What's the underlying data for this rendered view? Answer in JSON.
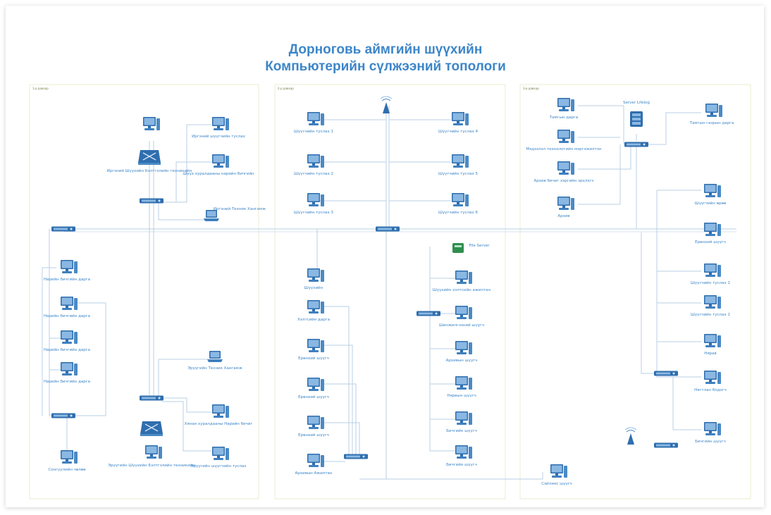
{
  "title": {
    "line1": "Дорноговь аймгийн шүүхийн",
    "line2": "Компьютерийн сүлжээний топологи"
  },
  "panels": [
    {
      "label": "1-р давхар"
    },
    {
      "label": "2-р давхар"
    },
    {
      "label": "3-р давхар"
    }
  ],
  "devices": {
    "p1_top_pc": "",
    "p1_switch_top": "Иргэний Шүүхийн Бэлтгэлийн техникийн",
    "p1_r1": "Иргэний шүүгчийн туслах",
    "p1_r2": "Шүүх хуралдааны нарийн бичгийн",
    "p1_laptop1": "Иргэний Техник Хангамж",
    "p1_l1": "Нарийн бичгийн дарга",
    "p1_l2": "Нарийн бичгийн дарга",
    "p1_l3": "Нарийн бичгийн дарга",
    "p1_l4": "Нарийн бичгийн дарга",
    "p1_l5": "Сонгуулийн чөлөө",
    "p1_laptop2": "Эрүүгийн Техник Хангамж",
    "p1_r3": "Хянан хуралдааны Нарийн бичиг",
    "p1_r4": "Эрүүгийн шүүгчийн туслах",
    "p1_switch_bot": "Эрүүгийн Шүүхийн Бэлтгэлийн техникийн",
    "p2_l1": "Шүүгчийн туслах 1",
    "p2_l2": "Шүүгчийн туслах 2",
    "p2_l3": "Шүүгчийн туслах 3",
    "p2_r1": "Шүүгчийн туслах 4",
    "p2_r2": "Шүүгчийн туслах 5",
    "p2_r3": "Шүүгчийн туслах 6",
    "p2_file": "File Server",
    "p2_m1": "Шүүхийн",
    "p2_m2": "Хэлтсийн дарга",
    "p2_m3": "Ерөнхий шүүгч",
    "p2_m4": "Ерөнхий шүүгч",
    "p2_m5": "Ерөнхий шүүгч",
    "p2_m6": "Архивын Ажилтан",
    "p2_rr1": "Шүүхийн хэлтсийн ажилтан",
    "p2_rr2": "Шинжилгээний шүүгч",
    "p2_rr3": "Архивын шүүгч",
    "p2_rr4": "Нярвын шүүгч",
    "p2_rr5": "Бичгийн шүүгч",
    "p2_rr6": "Бичгийн шүүгч",
    "p3_l1": "Тамгын дарга",
    "p3_l2": "Мэдээлэл технологийн мэргэжилтэн",
    "p3_l3": "Архив бичиг хэргийн эрхлэгч",
    "p3_l4": "Архив",
    "p3_server": "Server Lifelog",
    "p3_tr": "Тамгын газрын дарга",
    "p3_r1": "Шүүгчийн өрөө",
    "p3_r2": "Ерөнхий шүүгч",
    "p3_r3": "Шүүгчийн туслах 1",
    "p3_r4": "Шүүгчийн туслах 2",
    "p3_r5": "Нярав",
    "p3_r6": "Нягтлан бодогч",
    "p3_r7": "Бичгийн шүүгч",
    "p3_bottom": "Сэйлэмс шүүгч"
  },
  "colors": {
    "title": "#3d86c8",
    "device_dark": "#2f6eae",
    "device_light": "#8ab8e3",
    "line": "#b9cfe6",
    "panel_border": "#e9ecd2"
  }
}
